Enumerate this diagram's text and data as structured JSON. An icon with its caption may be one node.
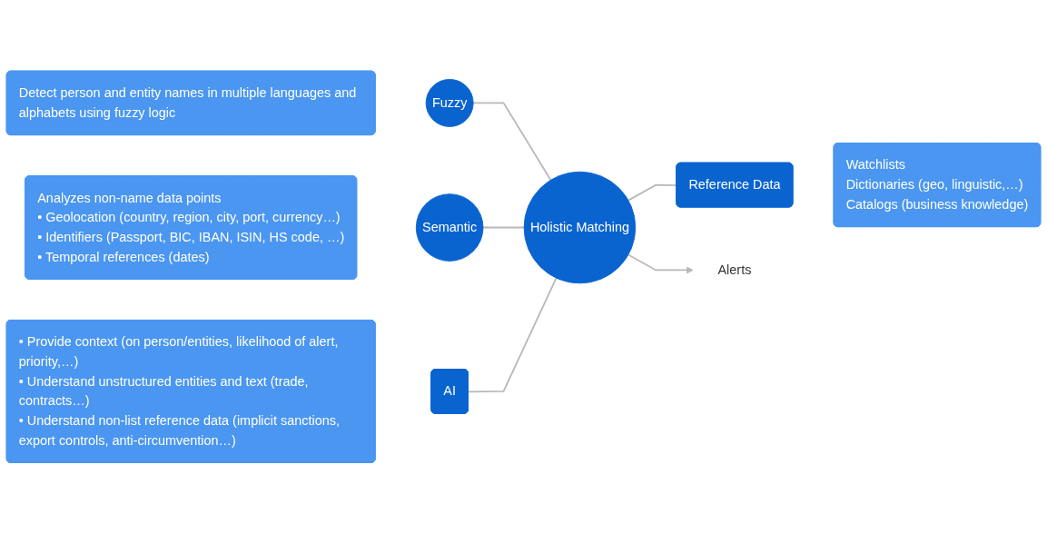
{
  "diagram": {
    "nodes": [
      {
        "text": [
          "Detect person and entity names in multiple languages and alphabets using fuzzy logic"
        ]
      },
      {
        "text": [
          "Fuzzy"
        ]
      },
      {
        "text": [
          "Analyzes non-name data points",
          "• Geolocation (country, region, city, port, currency…)",
          "• Identifiers (Passport, BIC, IBAN, ISIN, HS code, …)",
          "• Temporal references (dates)"
        ]
      },
      {
        "text": [
          "Semantic"
        ]
      },
      {
        "text": [
          "• Provide context (on person/entities, likelihood of alert, priority,…)",
          "• Understand unstructured entities and text (trade, contracts…)",
          "• Understand non-list reference data (implicit sanctions, export controls, anti-circumvention…)"
        ]
      },
      {
        "text": [
          "AI"
        ]
      },
      {
        "text": [
          "Holistic Matching"
        ]
      },
      {
        "text": [
          "Reference Data"
        ]
      },
      {
        "text": [
          "Watchlists",
          "Dictionaries (geo, linguistic,…)",
          "Catalogs (business knowledge)"
        ]
      },
      {
        "text": [
          "Alerts"
        ]
      }
    ],
    "edges": [
      {
        "from": 1,
        "to": 6,
        "arrow": "none"
      },
      {
        "from": 3,
        "to": 6,
        "arrow": "none"
      },
      {
        "from": 5,
        "to": 6,
        "arrow": "none"
      },
      {
        "from": 6,
        "to": 7,
        "arrow": "none"
      },
      {
        "from": 6,
        "to": 9,
        "arrow": "to"
      }
    ]
  }
}
